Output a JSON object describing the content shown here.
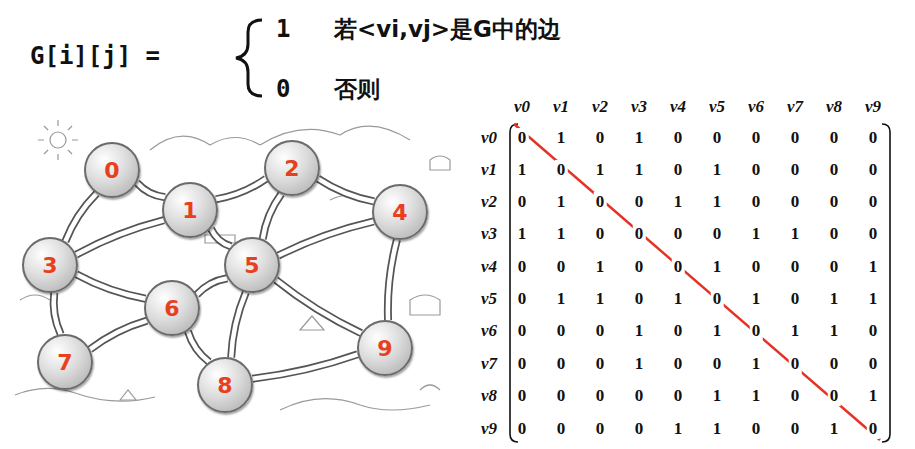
{
  "diagram": {
    "nodes": [
      {
        "text": [
          "0"
        ]
      },
      {
        "text": [
          "1"
        ]
      },
      {
        "text": [
          "2"
        ]
      },
      {
        "text": [
          "3"
        ]
      },
      {
        "text": [
          "4"
        ]
      },
      {
        "text": [
          "5"
        ]
      },
      {
        "text": [
          "6"
        ]
      },
      {
        "text": [
          "7"
        ]
      },
      {
        "text": [
          "8"
        ]
      },
      {
        "text": [
          "9"
        ]
      }
    ],
    "edges": [
      {
        "from": 0,
        "to": 1,
        "arrow": "none"
      },
      {
        "from": 0,
        "to": 3,
        "arrow": "none"
      },
      {
        "from": 1,
        "to": 2,
        "arrow": "none"
      },
      {
        "from": 1,
        "to": 3,
        "arrow": "none"
      },
      {
        "from": 1,
        "to": 5,
        "arrow": "none"
      },
      {
        "from": 2,
        "to": 4,
        "arrow": "none"
      },
      {
        "from": 2,
        "to": 5,
        "arrow": "none"
      },
      {
        "from": 3,
        "to": 6,
        "arrow": "none"
      },
      {
        "from": 3,
        "to": 7,
        "arrow": "none"
      },
      {
        "from": 4,
        "to": 5,
        "arrow": "none"
      },
      {
        "from": 4,
        "to": 9,
        "arrow": "none"
      },
      {
        "from": 5,
        "to": 6,
        "arrow": "none"
      },
      {
        "from": 5,
        "to": 8,
        "arrow": "none"
      },
      {
        "from": 5,
        "to": 9,
        "arrow": "none"
      },
      {
        "from": 6,
        "to": 7,
        "arrow": "none"
      },
      {
        "from": 6,
        "to": 8,
        "arrow": "none"
      },
      {
        "from": 8,
        "to": 9,
        "arrow": "none"
      }
    ],
    "labels": [
      "G[i][j] =",
      "1",
      "若<vi,vj>是G中的边",
      "0",
      "否则",
      "v0",
      "v1",
      "v2",
      "v3",
      "v4",
      "v5",
      "v6",
      "v7",
      "v8",
      "v9",
      "v0",
      "0",
      "1",
      "0",
      "1",
      "0",
      "0",
      "0",
      "0",
      "0",
      "0",
      "v1",
      "1",
      "0",
      "1",
      "1",
      "0",
      "1",
      "0",
      "0",
      "0",
      "0",
      "v2",
      "0",
      "1",
      "0",
      "0",
      "1",
      "1",
      "0",
      "0",
      "0",
      "0",
      "v3",
      "1",
      "1",
      "0",
      "0",
      "0",
      "0",
      "1",
      "1",
      "0",
      "0",
      "v4",
      "0",
      "0",
      "1",
      "0",
      "0",
      "1",
      "0",
      "0",
      "0",
      "1",
      "v5",
      "0",
      "1",
      "1",
      "0",
      "1",
      "0",
      "1",
      "0",
      "1",
      "1",
      "v6",
      "0",
      "0",
      "0",
      "1",
      "0",
      "1",
      "0",
      "1",
      "1",
      "0",
      "v7",
      "0",
      "0",
      "0",
      "1",
      "0",
      "0",
      "1",
      "0",
      "0",
      "0",
      "v8",
      "0",
      "0",
      "0",
      "0",
      "0",
      "1",
      "1",
      "0",
      "0",
      "1",
      "v9",
      "0",
      "0",
      "0",
      "0",
      "1",
      "1",
      "0",
      "0",
      "1",
      "0"
    ]
  }
}
